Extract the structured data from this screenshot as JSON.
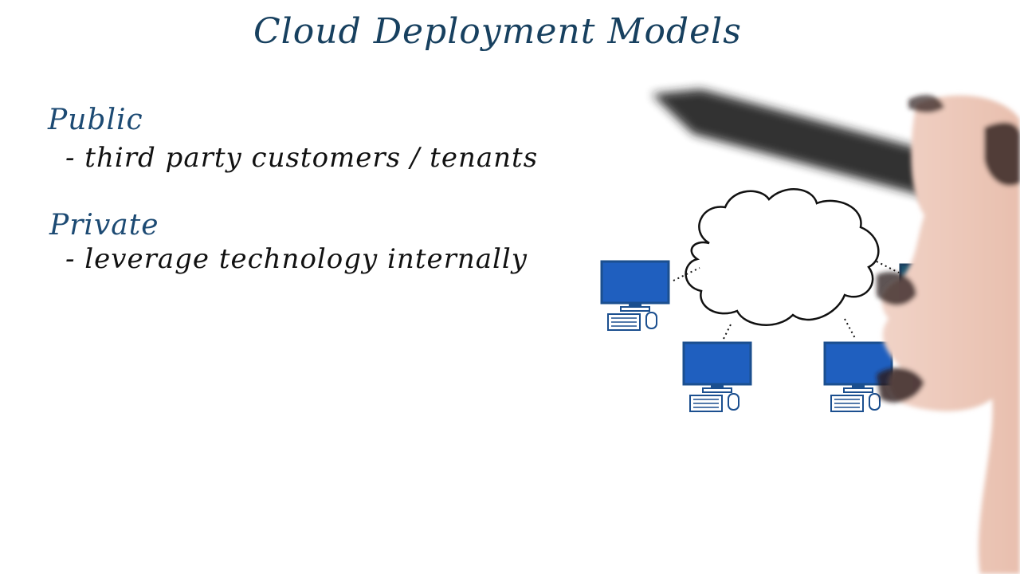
{
  "title": "Cloud Deployment Models",
  "sections": [
    {
      "heading": "Public",
      "bullet": "- third party customers / tenants"
    },
    {
      "heading": "Private",
      "bullet": "- leverage technology internally"
    }
  ],
  "colors": {
    "title_ink": "#17405f",
    "heading_ink": "#1c4a73",
    "body_ink": "#111111",
    "monitor_screen": "#1f5fbf",
    "monitor_frame": "#1b4f8f"
  },
  "diagram": {
    "cloud_icon": "cloud-icon",
    "computer_icon": "computer-icon",
    "computer_count": 4
  }
}
